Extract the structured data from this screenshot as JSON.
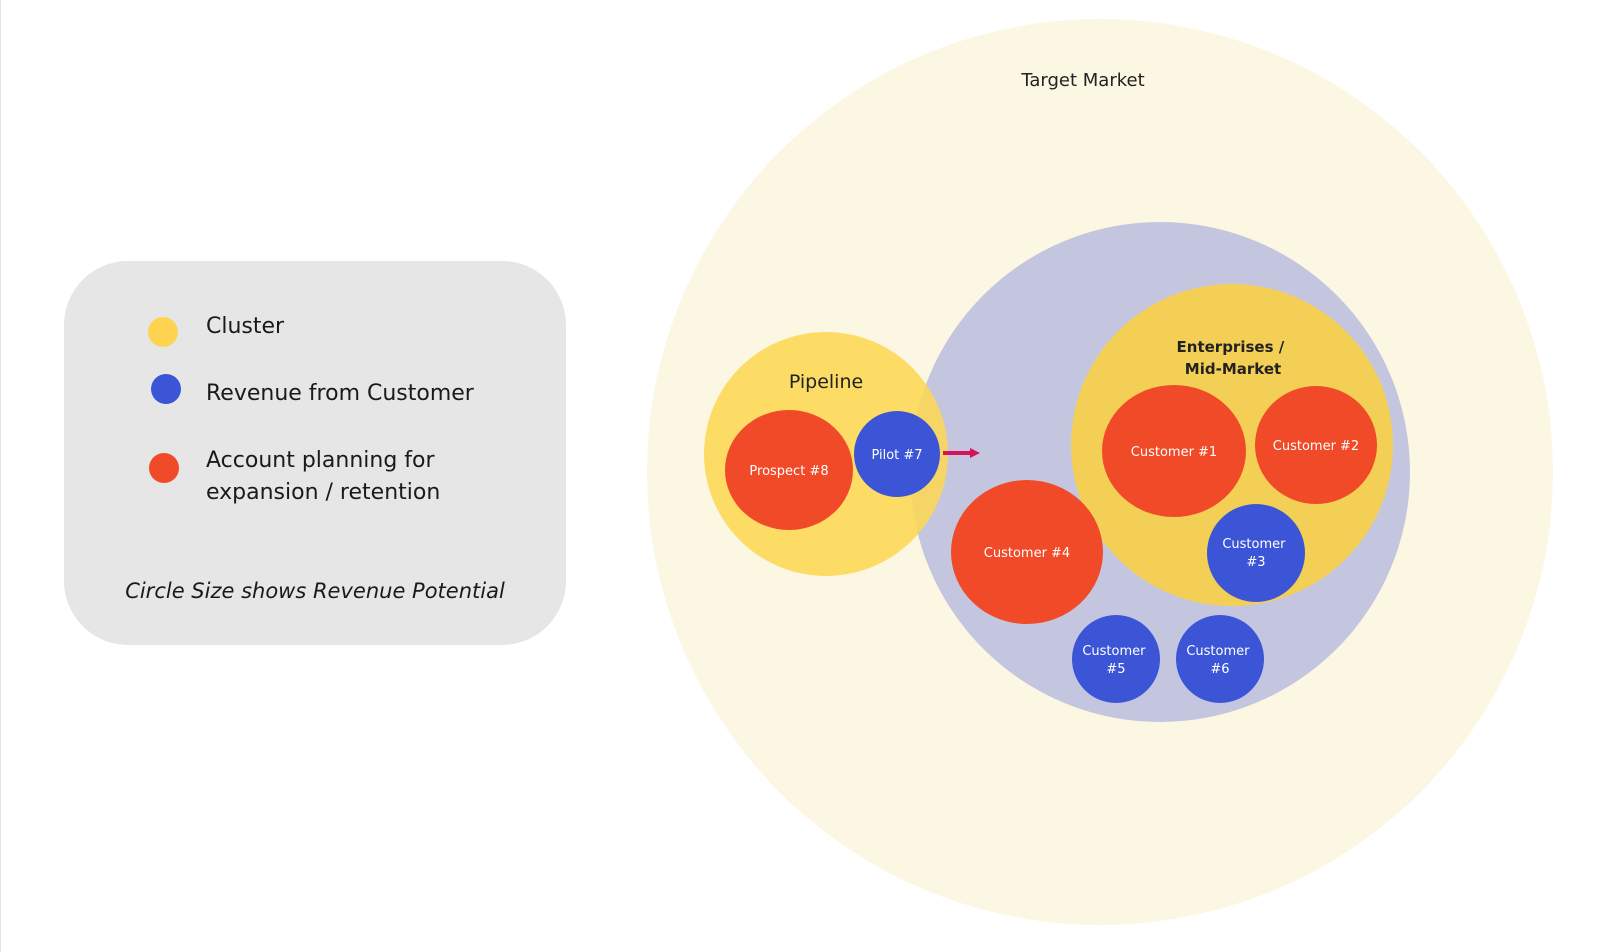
{
  "legend": {
    "items": [
      {
        "label": "Cluster",
        "color": "#fdd34f"
      },
      {
        "label": "Revenue from Customer",
        "color": "#3b55d6"
      },
      {
        "label": "Account planning for expansion / retention",
        "label_line1": "Account planning for",
        "label_line2": "expansion / retention",
        "color": "#f04a28"
      }
    ],
    "note": "Circle Size shows Revenue Potential"
  },
  "diagram": {
    "target_market": {
      "label": "Target Market",
      "color": "#fcf7e3"
    },
    "customer_base": {
      "color": "#c4c6e0"
    },
    "pipeline": {
      "label": "Pipeline",
      "color": "#fdd750"
    },
    "enterprises": {
      "label_line1": "Enterprises /",
      "label_line2": "Mid-Market",
      "color": "#f4cf55"
    },
    "nodes": {
      "prospect8": {
        "label": "Prospect #8",
        "type": "account-planning"
      },
      "pilot7": {
        "label": "Pilot #7",
        "type": "revenue"
      },
      "customer1": {
        "label": "Customer #1",
        "type": "account-planning"
      },
      "customer2": {
        "label": "Customer #2",
        "type": "account-planning"
      },
      "customer3": {
        "label_line1": "Customer",
        "label_line2": "#3",
        "type": "revenue"
      },
      "customer4": {
        "label": "Customer #4",
        "type": "account-planning"
      },
      "customer5": {
        "label_line1": "Customer",
        "label_line2": "#5",
        "type": "revenue"
      },
      "customer6": {
        "label_line1": "Customer",
        "label_line2": "#6",
        "type": "revenue"
      }
    },
    "arrow_color": "#d4145a",
    "colors": {
      "revenue": "#3b55d6",
      "account_planning": "#f04a28"
    }
  }
}
